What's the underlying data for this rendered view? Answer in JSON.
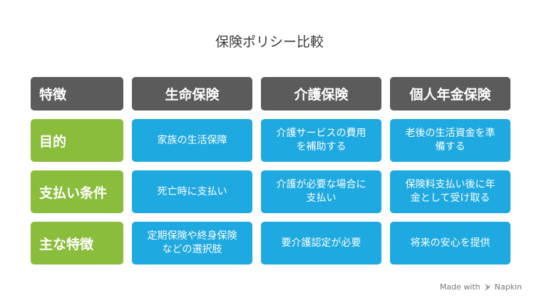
{
  "title": "保険ポリシー比較",
  "header": {
    "corner": "特徴",
    "columns": [
      "生命保険",
      "介護保険",
      "個人年金保険"
    ]
  },
  "rows": [
    {
      "label": "目的",
      "cells": [
        "家族の生活保障",
        "介護サービスの費用を補助する",
        "老後の生活資金を準備する"
      ]
    },
    {
      "label": "支払い条件",
      "cells": [
        "死亡時に支払い",
        "介護が必要な場合に支払い",
        "保険料支払い後に年金として受け取る"
      ]
    },
    {
      "label": "主な特徴",
      "cells": [
        "定期保険や終身保険などの選択肢",
        "要介護認定が必要",
        "将来の安心を提供"
      ]
    }
  ],
  "credit": {
    "made_with": "Made with",
    "brand": "Napkin"
  },
  "colors": {
    "header": "#5b5b5b",
    "row_label": "#8bbd3c",
    "value_cell": "#1ea9e0",
    "title_text": "#3a3a3a"
  }
}
